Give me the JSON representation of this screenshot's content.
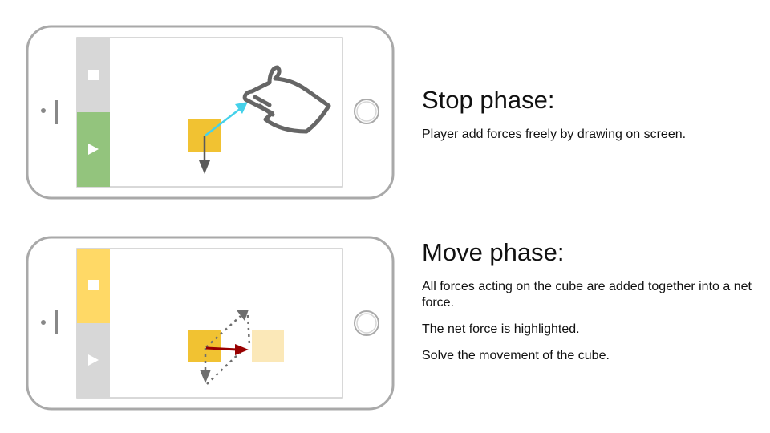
{
  "stop_phase": {
    "title": "Stop phase:",
    "descriptions": [
      "Player add forces freely by drawing on screen."
    ],
    "active_button": "play",
    "colors": {
      "stop_button": "#d7d7d7",
      "play_button": "#93c47d",
      "cube": "#f1c232",
      "drawn_arrow": "#45d1ea",
      "force_arrow": "#5a5a5a"
    },
    "icons": [
      "stop-icon",
      "play-icon",
      "pointing-hand-icon",
      "home-button-icon",
      "speaker-icon",
      "power-button-icon"
    ]
  },
  "move_phase": {
    "title": "Move phase:",
    "descriptions": [
      "All forces acting on the cube are added together into a net force.",
      "The net force is highlighted.",
      "Solve the movement of the cube."
    ],
    "active_button": "stop",
    "colors": {
      "stop_button": "#ffd966",
      "play_button": "#d7d7d7",
      "cube": "#f1c232",
      "ghost_cube": "#fbe8b8",
      "net_force": "#990000",
      "component_force": "#6e6e6e"
    },
    "icons": [
      "stop-icon",
      "play-icon",
      "home-button-icon",
      "speaker-icon",
      "power-button-icon"
    ]
  }
}
